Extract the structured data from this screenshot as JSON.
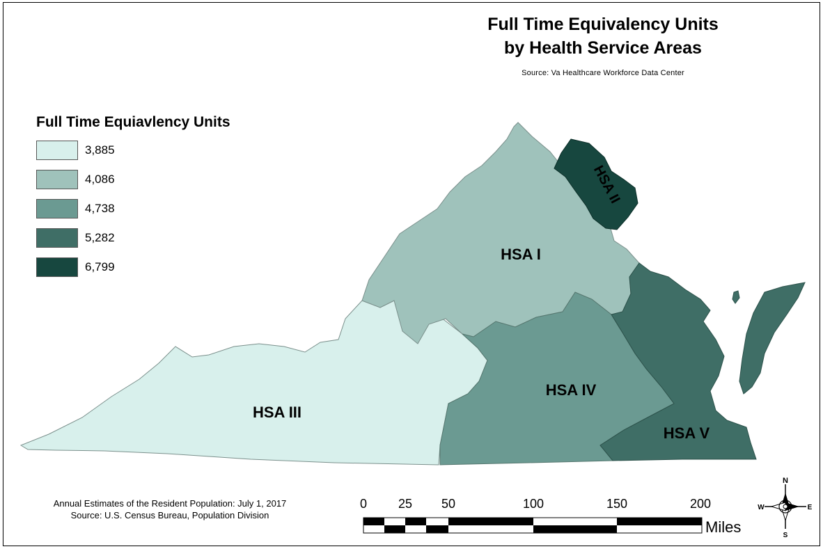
{
  "title": {
    "line1": "Full Time Equivalency Units",
    "line2": "by Health Service Areas",
    "source": "Source: Va Healthcare Workforce Data Center"
  },
  "legend": {
    "title": "Full Time Equiavlency Units",
    "items": [
      {
        "label": "3,885",
        "color": "#d8f0ec"
      },
      {
        "label": "4,086",
        "color": "#9fc2bb"
      },
      {
        "label": "4,738",
        "color": "#6b9a92"
      },
      {
        "label": "5,282",
        "color": "#3f6e66"
      },
      {
        "label": "6,799",
        "color": "#17473f"
      }
    ]
  },
  "regions": [
    {
      "name": "HSA I",
      "value": 4086,
      "color": "#9fc2bb"
    },
    {
      "name": "HSA II",
      "value": 6799,
      "color": "#17473f"
    },
    {
      "name": "HSA III",
      "value": 3885,
      "color": "#d8f0ec"
    },
    {
      "name": "HSA IV",
      "value": 4738,
      "color": "#6b9a92"
    },
    {
      "name": "HSA V",
      "value": 5282,
      "color": "#3f6e66"
    }
  ],
  "footer": {
    "line1": "Annual Estimates of the Resident Population: July 1, 2017",
    "line2": "Source: U.S. Census Bureau, Population Division"
  },
  "scale_bar": {
    "ticks": [
      "0",
      "25",
      "50",
      "100",
      "150",
      "200"
    ],
    "units": "Miles"
  },
  "north_arrow": {
    "n": "N",
    "s": "S",
    "e": "E",
    "w": "W",
    "icon": "compass-rose-icon"
  }
}
